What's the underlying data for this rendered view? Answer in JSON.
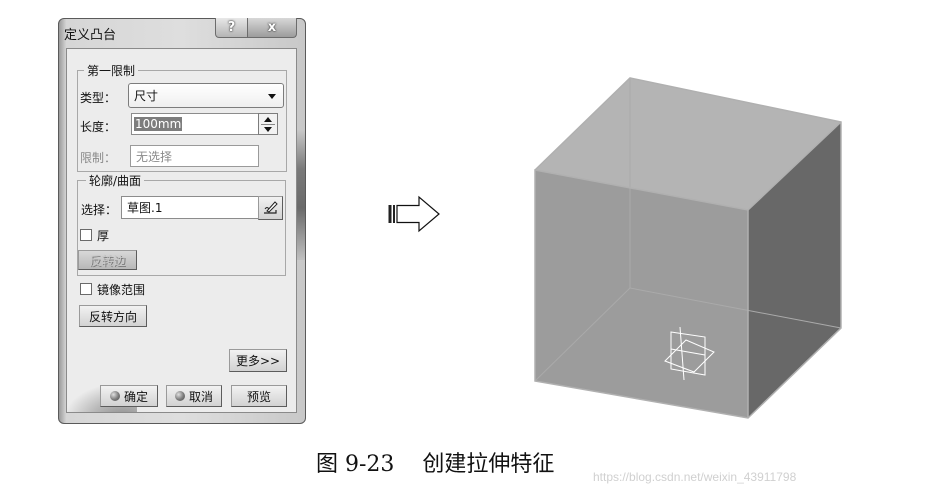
{
  "dialog": {
    "title": "定义凸台",
    "help_button": "?",
    "close_button": "x",
    "first_limit": {
      "legend": "第一限制",
      "type_label": "类型：",
      "type_value": "尺寸",
      "length_label": "长度：",
      "length_value": "100mm",
      "limit_label": "限制：",
      "limit_value": "无选择"
    },
    "profile": {
      "legend": "轮廓/曲面",
      "selection_label": "选择：",
      "selection_value": "草图.1",
      "thick_label": "厚",
      "thick_checked": false,
      "reverse_side_label": "反转边"
    },
    "mirrored_extent_label": "镜像范围",
    "mirrored_extent_checked": false,
    "reverse_direction_label": "反转方向",
    "more_label": "更多>>",
    "ok_label": "确定",
    "cancel_label": "取消",
    "preview_label": "预览"
  },
  "arrow": {
    "direction": "right"
  },
  "model": {
    "shape": "cube",
    "colors": {
      "top": "#b4b4b4",
      "front": "#9c9c9c",
      "right": "#6a6a6a",
      "edge": "#a8a8a8"
    }
  },
  "caption": "图 9-23    创建拉伸特征",
  "watermark": "https://blog.csdn.net/weixin_43911798"
}
